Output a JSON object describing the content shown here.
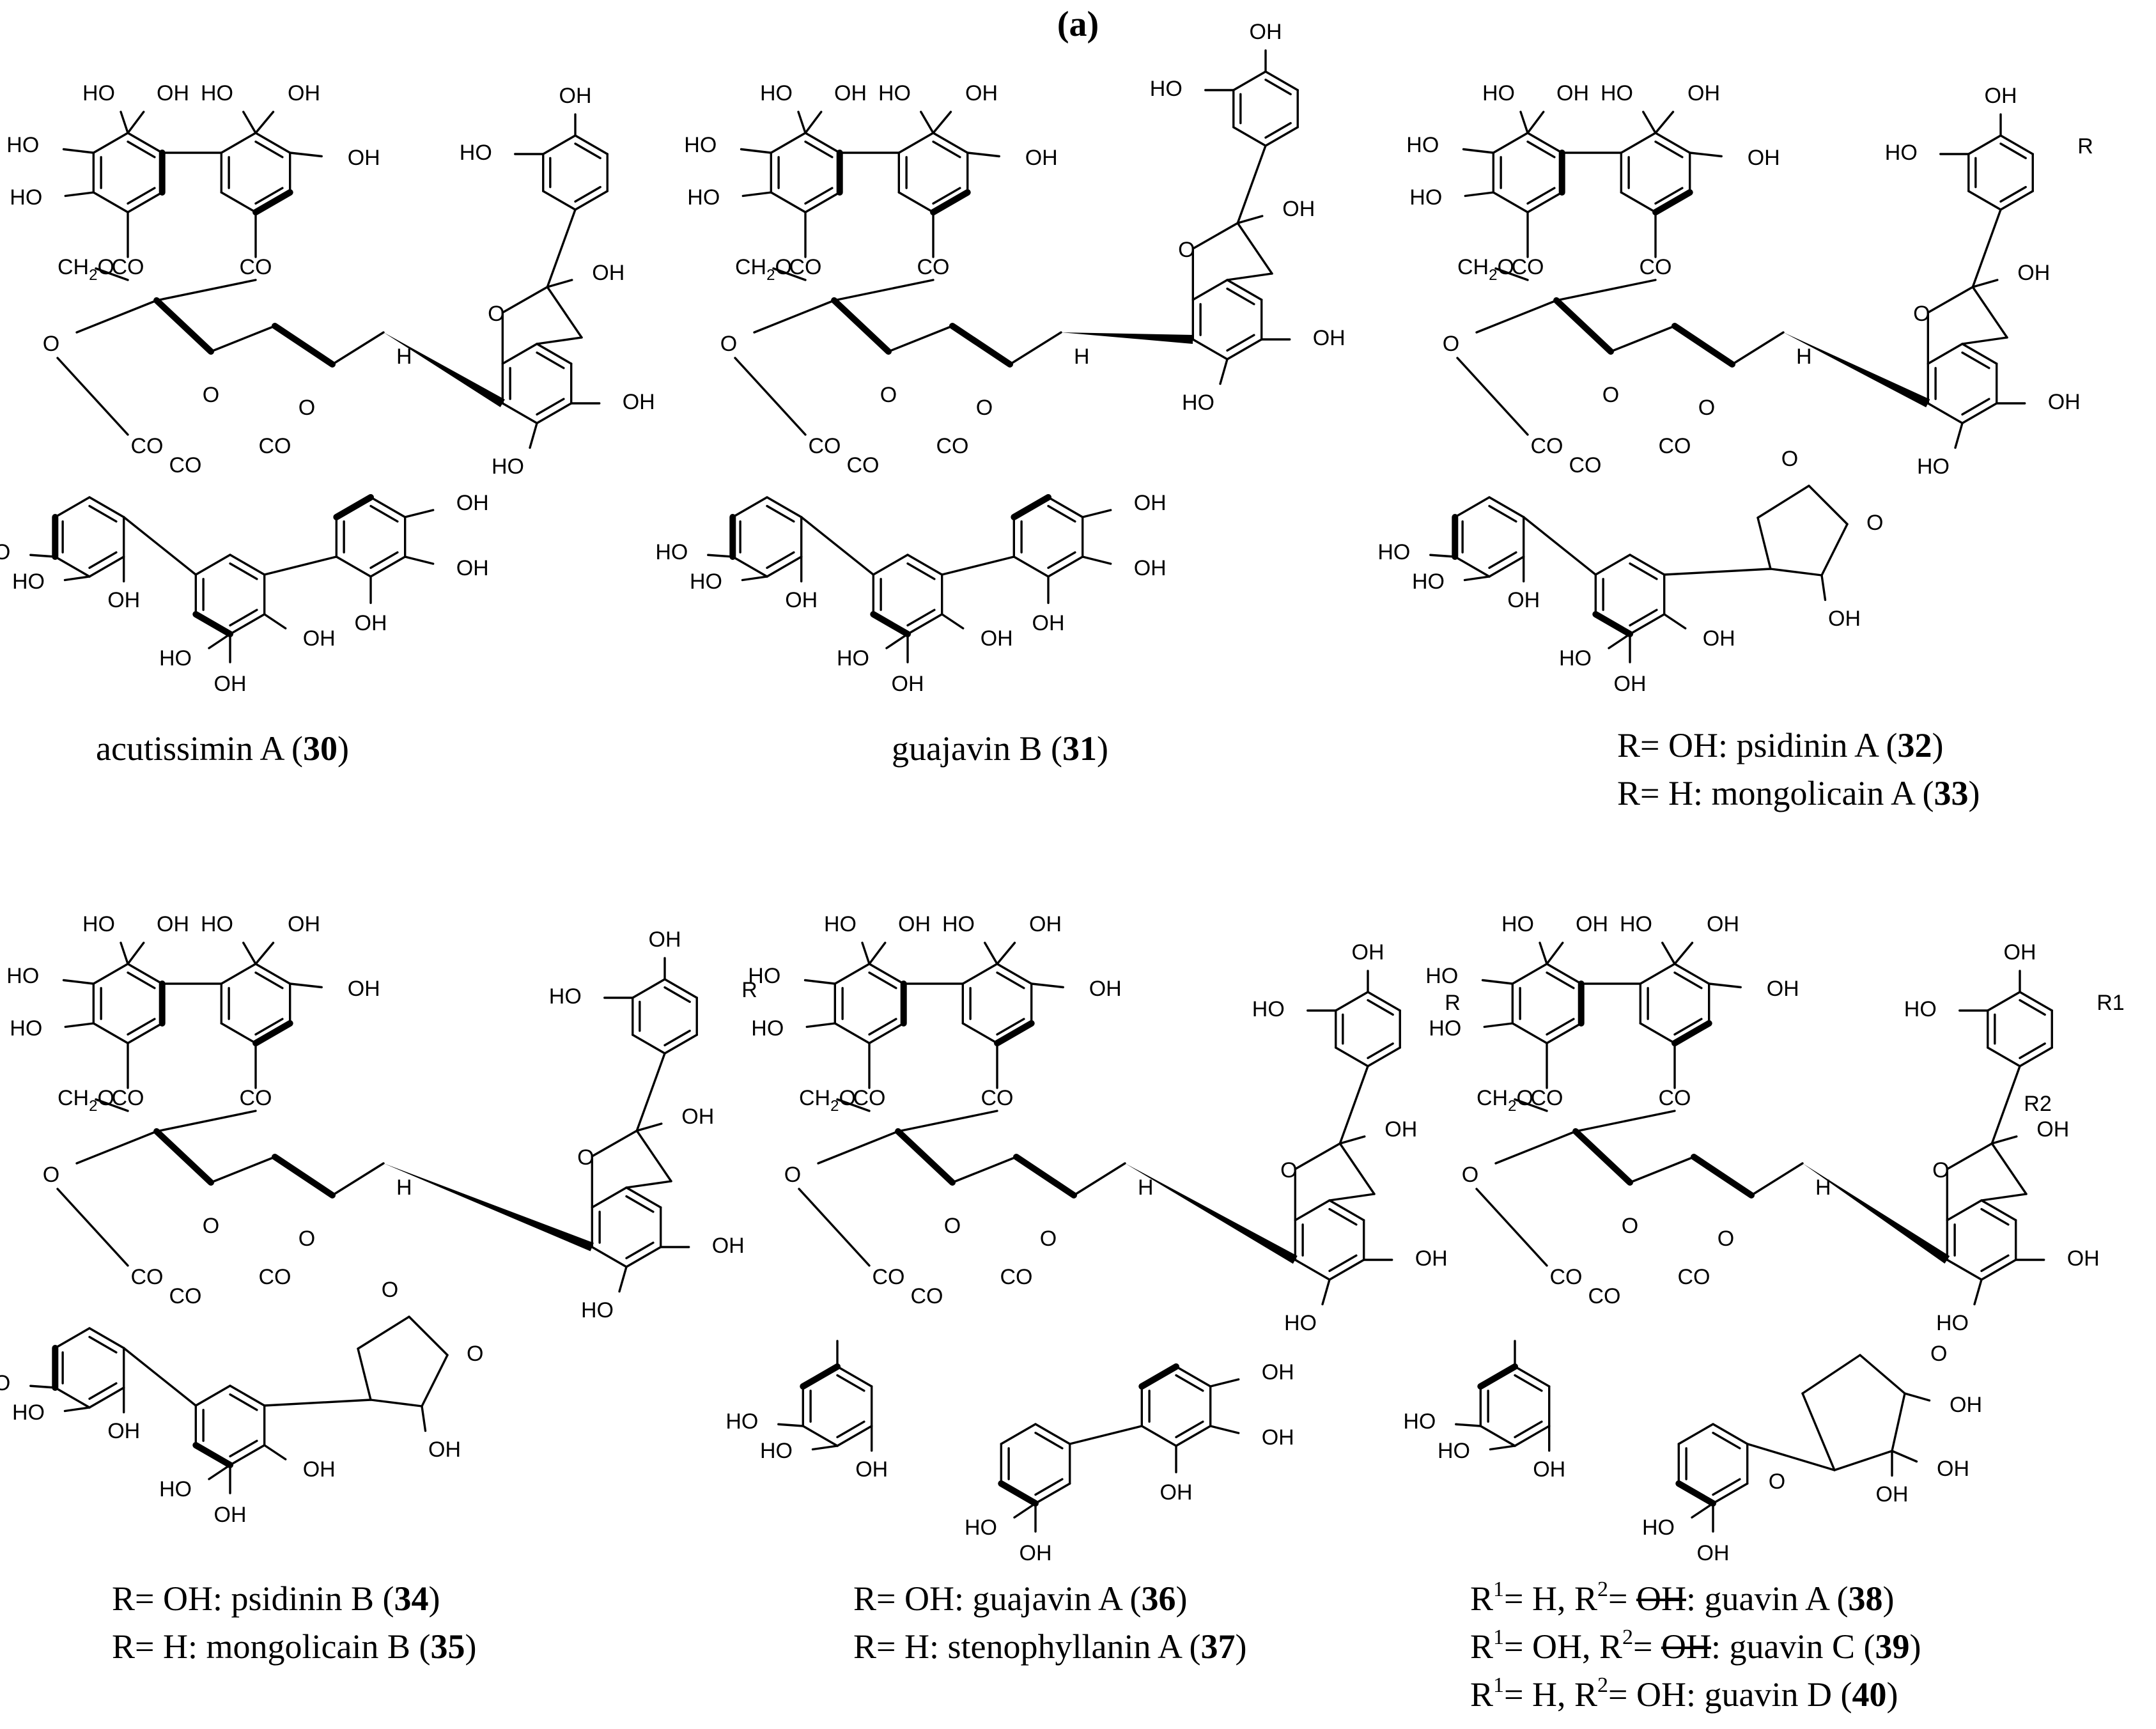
{
  "panel_label": "(a)",
  "structure_text": {
    "hydroxyl": "OH",
    "hydroxyl_left": "HO",
    "ester": "CO",
    "oxygen": "O",
    "methylene_prefix": "CH",
    "methylene_sub": "2",
    "methylene_suffix": "O",
    "hydrogen": "H",
    "ketone": "O",
    "substituent_r": "R",
    "substituent_r1": "R1",
    "substituent_r2": "R2"
  },
  "compounds": [
    {
      "name": "acutissimin A",
      "number": "30"
    },
    {
      "name": "guajavin B",
      "number": "31"
    },
    {
      "prefix": "R= OH:",
      "name": "psidinin A",
      "number": "32"
    },
    {
      "prefix": "R= H:",
      "name": "mongolicain A",
      "number": "33"
    },
    {
      "prefix": "R= OH:",
      "name": "psidinin B",
      "number": "34"
    },
    {
      "prefix": "R= H:",
      "name": "mongolicain B",
      "number": "35"
    },
    {
      "prefix": "R= OH:",
      "name": "guajavin A",
      "number": "36"
    },
    {
      "prefix": "R= H:",
      "name": "stenophyllanin A",
      "number": "37"
    },
    {
      "r1": "H",
      "r2": "OH",
      "name": "guavin A",
      "number": "38"
    },
    {
      "r1": "OH",
      "r2": "OH",
      "name": "guavin C",
      "number": "39"
    },
    {
      "r1": "H",
      "r2": "OH",
      "name": "guavin D",
      "number": "40"
    }
  ]
}
